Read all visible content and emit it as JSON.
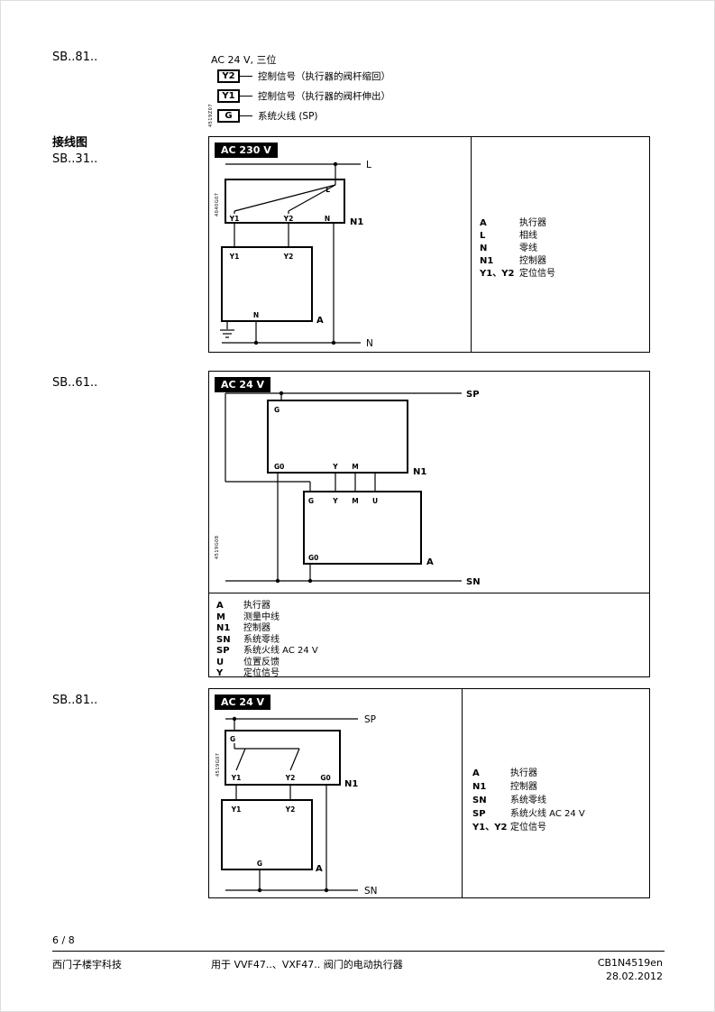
{
  "top": {
    "model": "SB..81..",
    "subtitle": "AC 24 V, 三位",
    "terminals": [
      {
        "label": "Y2",
        "desc": "控制信号（执行器的阀杆缩回）"
      },
      {
        "label": "Y1",
        "desc": "控制信号（执行器的阀杆伸出）"
      },
      {
        "label": "G",
        "desc": "系统火线 (SP)"
      }
    ],
    "ref_code": "4519Z07"
  },
  "section": {
    "heading": "接线图"
  },
  "diagrams": [
    {
      "model": "SB..31..",
      "voltage": "AC 230 V",
      "ref_code": "4040G07",
      "labels": {
        "L": "L",
        "N": "N",
        "Y1": "Y1",
        "Y2": "Y2",
        "N1": "N1",
        "A": "A"
      },
      "legend": [
        {
          "key": "A",
          "value": "执行器"
        },
        {
          "key": "L",
          "value": "相线"
        },
        {
          "key": "N",
          "value": "零线"
        },
        {
          "key": "N1",
          "value": "控制器"
        },
        {
          "key": "Y1、Y2",
          "value": "定位信号"
        }
      ]
    },
    {
      "model": "SB..61..",
      "voltage": "AC 24 V",
      "ref_code": "4519G08",
      "labels": {
        "SP": "SP",
        "SN": "SN",
        "G": "G",
        "G0": "G0",
        "Y": "Y",
        "M": "M",
        "U": "U",
        "N1": "N1",
        "A": "A"
      },
      "legend": [
        {
          "key": "A",
          "value": "执行器"
        },
        {
          "key": "M",
          "value": "测量中线"
        },
        {
          "key": "N1",
          "value": "控制器"
        },
        {
          "key": "SN",
          "value": "系统零线"
        },
        {
          "key": "SP",
          "value": "系统火线 AC 24 V"
        },
        {
          "key": "U",
          "value": "位置反馈"
        },
        {
          "key": "Y",
          "value": "定位信号"
        }
      ]
    },
    {
      "model": "SB..81..",
      "voltage": "AC 24 V",
      "ref_code": "4519G07",
      "labels": {
        "SP": "SP",
        "SN": "SN",
        "G": "G",
        "G0": "G0",
        "Y1": "Y1",
        "Y2": "Y2",
        "N1": "N1",
        "A": "A"
      },
      "legend": [
        {
          "key": "A",
          "value": "执行器"
        },
        {
          "key": "N1",
          "value": "控制器"
        },
        {
          "key": "SN",
          "value": "系统零线"
        },
        {
          "key": "SP",
          "value": "系统火线 AC 24 V"
        },
        {
          "key": "Y1、Y2",
          "value": "定位信号"
        }
      ]
    }
  ],
  "footer": {
    "page": "6 / 8",
    "company": "西门子楼宇科技",
    "product": "用于 VVF47..、VXF47.. 阀门的电动执行器",
    "doc_id": "CB1N4519en",
    "date": "28.02.2012"
  }
}
